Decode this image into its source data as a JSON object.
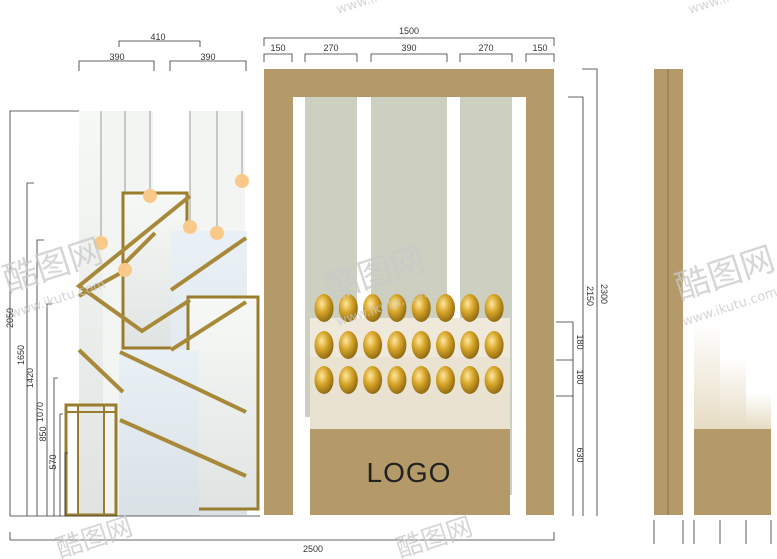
{
  "colors": {
    "gold": "#b49a68",
    "gold_dark": "#9a7c2e",
    "panel_gray": "#cdcfc1",
    "bulb": "#f9c98a",
    "egg": "#c79a1c",
    "cream": "#efe9dc"
  },
  "dimensions": {
    "left_top_overall": "410",
    "left_top_a": "390",
    "left_top_b": "390",
    "center_top_overall": "1500",
    "center_top_1": "150",
    "center_top_2": "270",
    "center_top_3": "390",
    "center_top_4": "270",
    "center_top_5": "150",
    "left_h1": "2050",
    "left_h2": "1650",
    "left_h3": "1420",
    "left_h4": "1070",
    "left_h5": "850",
    "left_h6": "570",
    "right_h_overall": "2300",
    "right_h_inner": "2150",
    "right_h_shelf1": "180",
    "right_h_shelf2": "180",
    "right_h_base": "630",
    "bottom_overall": "2500"
  },
  "center": {
    "logo_text": "LOGO",
    "egg_rows": 3,
    "eggs_per_row": 8
  },
  "watermark": {
    "brand": "酷图网",
    "url": "www.ikutu.com"
  }
}
